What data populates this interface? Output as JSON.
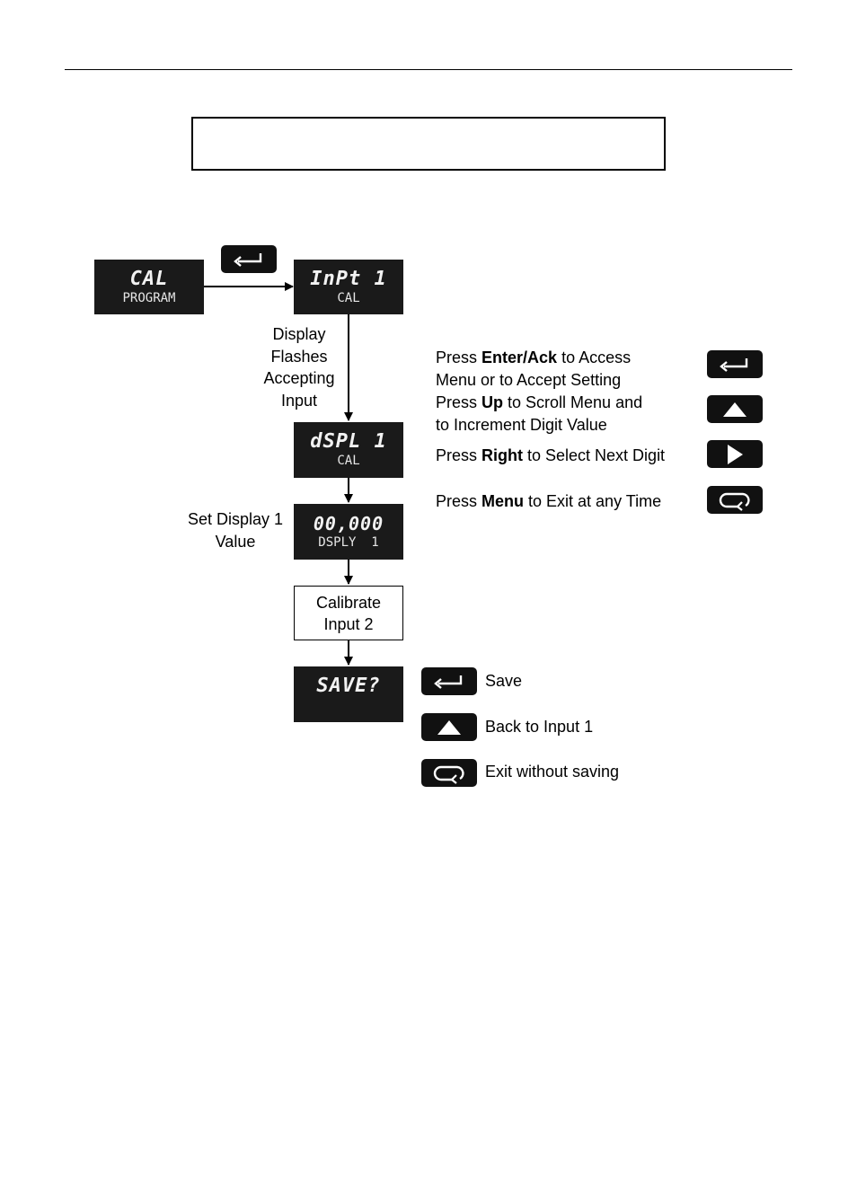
{
  "displays": {
    "cal_program": {
      "line1": "CAL",
      "line2": "PROGRAM"
    },
    "inpt1_cal": {
      "line1": "InPt 1",
      "line2": "CAL"
    },
    "dspl1_cal": {
      "line1": "dSPL 1",
      "line2": "CAL"
    },
    "value_dsply1": {
      "line1": "00,000",
      "line2": "DSPLY  1"
    },
    "save": {
      "line1": "SAVE?"
    }
  },
  "labels": {
    "display_flashes": [
      "Display",
      "Flashes",
      "Accepting",
      "Input"
    ],
    "set_display_value": [
      "Set Display 1",
      "Value"
    ],
    "calibrate_input2": [
      "Calibrate",
      "Input 2"
    ]
  },
  "legend": {
    "enter": {
      "pre": "Press ",
      "bold": "Enter/Ack",
      "post": " to Access",
      "line2": "Menu or to Accept Setting",
      "icon": "enter-icon"
    },
    "up": {
      "pre": "Press ",
      "bold": "Up",
      "post": " to Scroll Menu and",
      "line2": "to Increment Digit Value",
      "icon": "up-arrow-icon"
    },
    "right": {
      "pre": "Press ",
      "bold": "Right",
      "post": " to Select Next Digit",
      "icon": "right-arrow-icon"
    },
    "menu": {
      "pre": "Press ",
      "bold": "Menu",
      "post": " to Exit at any Time",
      "icon": "menu-loop-icon"
    }
  },
  "save_options": {
    "save": "Save",
    "back": "Back to Input 1",
    "exit": "Exit without saving"
  },
  "colors": {
    "lcd_background": "#1a1a1a",
    "key_background": "#111111",
    "lcd_text": "#f2f2f2"
  }
}
